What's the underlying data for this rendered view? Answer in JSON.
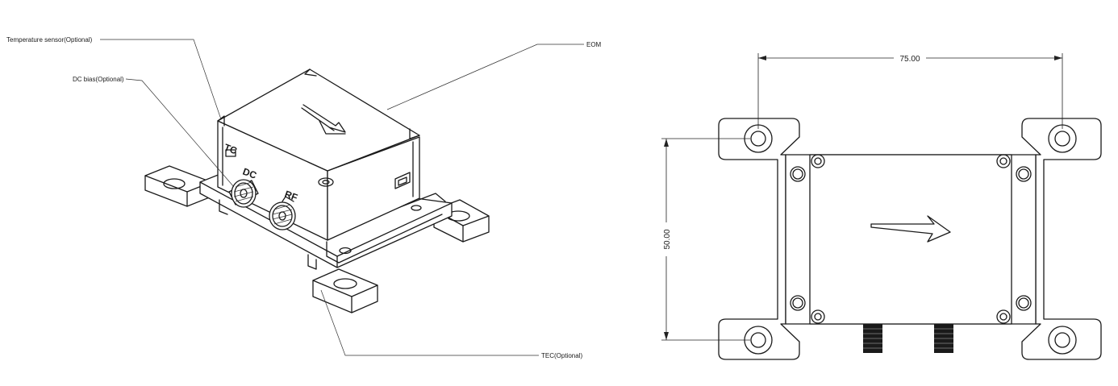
{
  "callouts": {
    "temperature_sensor": "Temperature sensor(Optional)",
    "dc_bias": "DC bias(Optional)",
    "eom": "EOM",
    "tec": "TEC(Optional)"
  },
  "device_markings": {
    "tc": "TC",
    "dc": "DC",
    "rf": "RF"
  },
  "dimensions": {
    "width": "75.00",
    "height": "50.00"
  }
}
